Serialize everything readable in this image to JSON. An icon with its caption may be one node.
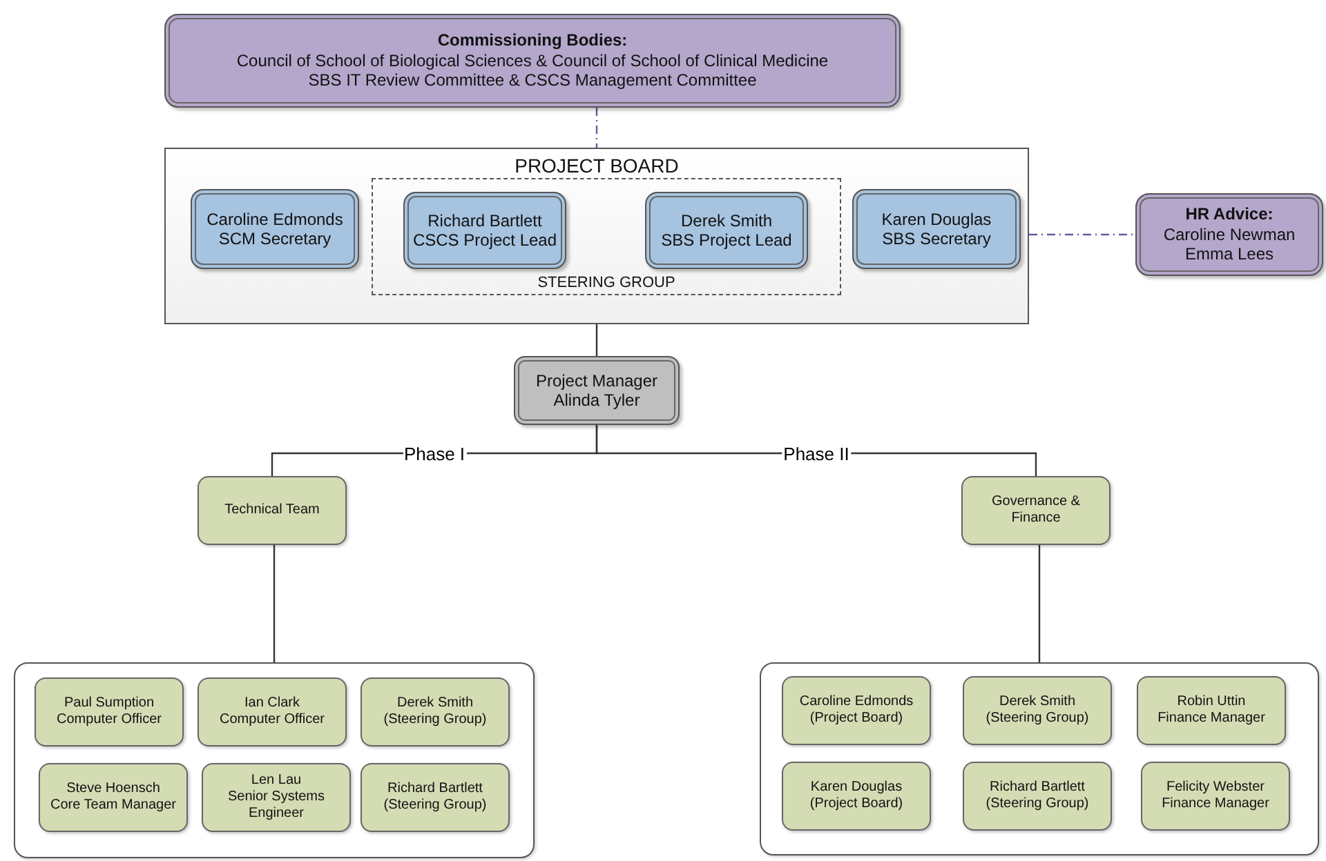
{
  "diagram": {
    "nodes": [
      {
        "text": [
          "Commissioning Bodies:",
          "Council of School of Biological Sciences & Council of School of Clinical Medicine",
          "SBS IT Review Committee & CSCS Management Committee"
        ]
      },
      {
        "text": [
          "PROJECT BOARD"
        ]
      },
      {
        "text": [
          "Caroline Edmonds",
          "SCM Secretary"
        ],
        "in": 1
      },
      {
        "text": [
          "STEERING GROUP"
        ],
        "in": 1
      },
      {
        "text": [
          "Richard Bartlett",
          "CSCS Project Lead"
        ],
        "in": 3
      },
      {
        "text": [
          "Derek Smith",
          "SBS Project Lead"
        ],
        "in": 3
      },
      {
        "text": [
          "Karen Douglas",
          "SBS Secretary"
        ],
        "in": 1
      },
      {
        "text": [
          "HR Advice:",
          "Caroline Newman",
          "Emma Lees"
        ]
      },
      {
        "text": [
          "Project Manager",
          "Alinda Tyler"
        ]
      },
      {
        "text": [
          "Technical Team"
        ]
      },
      {
        "text": [
          "Governance & Finance"
        ]
      },
      {
        "text": [],
        "shape": "box"
      },
      {
        "text": [
          "Paul Sumption",
          "Computer Officer"
        ],
        "in": 11
      },
      {
        "text": [
          "Ian Clark",
          "Computer Officer"
        ],
        "in": 11
      },
      {
        "text": [
          "Derek Smith",
          "(Steering Group)"
        ],
        "in": 11
      },
      {
        "text": [
          "Steve Hoensch",
          "Core Team Manager"
        ],
        "in": 11
      },
      {
        "text": [
          "Len Lau",
          "Senior Systems Engineer"
        ],
        "in": 11
      },
      {
        "text": [
          "Richard Bartlett",
          "(Steering Group)"
        ],
        "in": 11
      },
      {
        "text": [],
        "shape": "box"
      },
      {
        "text": [
          "Caroline Edmonds",
          "(Project Board)"
        ],
        "in": 18
      },
      {
        "text": [
          "Derek Smith",
          "(Steering Group)"
        ],
        "in": 18
      },
      {
        "text": [
          "Robin Uttin",
          "Finance Manager"
        ],
        "in": 18
      },
      {
        "text": [
          "Karen Douglas",
          "(Project Board)"
        ],
        "in": 18
      },
      {
        "text": [
          "Richard Bartlett",
          "(Steering Group)"
        ],
        "in": 18
      },
      {
        "text": [
          "Felicity Webster",
          "Finance Manager"
        ],
        "in": 18
      }
    ],
    "edges": [
      {
        "from": 0,
        "to": 1,
        "arrow": "none",
        "style": "dashed",
        "color": "#6a5a9a"
      },
      {
        "from": 1,
        "to": 7,
        "arrow": "none",
        "style": "dashed",
        "color": "#6a5a9a"
      },
      {
        "from": 1,
        "to": 8,
        "arrow": "none"
      },
      {
        "from": 8,
        "to": 9,
        "arrow": "none",
        "label": "Phase I"
      },
      {
        "from": 8,
        "to": 10,
        "arrow": "none",
        "label": "Phase II"
      },
      {
        "from": 9,
        "to": 11,
        "arrow": "none"
      },
      {
        "from": 10,
        "to": 18,
        "arrow": "none"
      }
    ]
  }
}
